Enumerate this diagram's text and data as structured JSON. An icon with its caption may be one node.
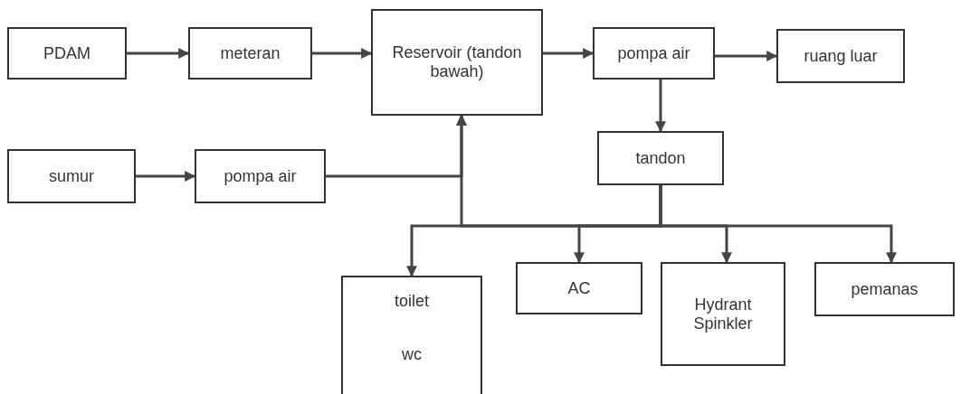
{
  "diagram": {
    "nodes": [
      {
        "text": [
          "PDAM"
        ]
      },
      {
        "text": [
          "meteran"
        ]
      },
      {
        "text": [
          "Reservoir (tandon bawah)"
        ]
      },
      {
        "text": [
          "pompa air"
        ]
      },
      {
        "text": [
          "ruang luar"
        ]
      },
      {
        "text": [
          "tandon"
        ]
      },
      {
        "text": [
          "sumur"
        ]
      },
      {
        "text": [
          "pompa air"
        ]
      },
      {
        "text": [
          "toilet",
          "wc"
        ]
      },
      {
        "text": [
          "AC"
        ]
      },
      {
        "text": [
          "Hydrant Spinkler"
        ]
      },
      {
        "text": [
          "pemanas"
        ]
      }
    ],
    "edges": [
      {
        "from": 0,
        "to": 1,
        "arrow": "to"
      },
      {
        "from": 1,
        "to": 2,
        "arrow": "to"
      },
      {
        "from": 2,
        "to": 3,
        "arrow": "to"
      },
      {
        "from": 3,
        "to": 4,
        "arrow": "to"
      },
      {
        "from": 3,
        "to": 5,
        "arrow": "to"
      },
      {
        "from": 6,
        "to": 7,
        "arrow": "to"
      },
      {
        "from": 7,
        "to": 2,
        "arrow": "to"
      },
      {
        "from": 5,
        "to": 2,
        "arrow": "to"
      },
      {
        "from": 5,
        "to": 8,
        "arrow": "to"
      },
      {
        "from": 5,
        "to": 9,
        "arrow": "to"
      },
      {
        "from": 5,
        "to": 10,
        "arrow": "to"
      },
      {
        "from": 5,
        "to": 11,
        "arrow": "to"
      }
    ]
  }
}
